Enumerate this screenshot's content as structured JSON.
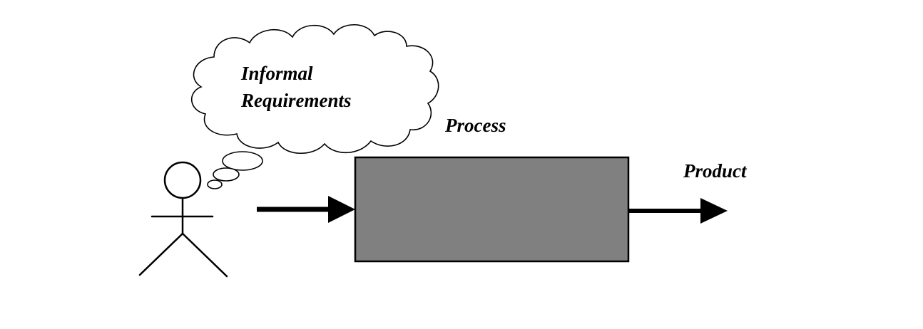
{
  "labels": {
    "thought_line1": "Informal",
    "thought_line2": "Requirements",
    "process": "Process",
    "product": "Product"
  },
  "colors": {
    "stroke": "#000000",
    "process_box_fill": "#808080",
    "background": "#ffffff"
  },
  "icons": {
    "actor": "stick-figure-icon",
    "thought": "thought-bubble-icon"
  }
}
